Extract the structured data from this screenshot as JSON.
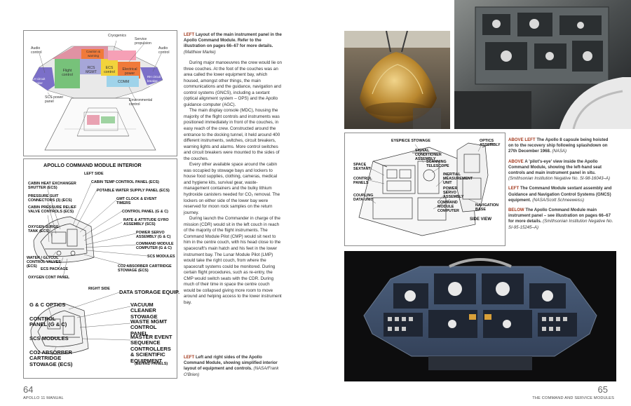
{
  "left_page": {
    "panel_diagram": {
      "labels": {
        "cryogenics": "Cryogenics",
        "service_propulsion": "Service propulsion",
        "audio_control_left": "Audio control",
        "audio_control_right": "Audio control",
        "caution_warning": "Caution & warning",
        "rcs_mgmt": "RCS MGMT",
        "flight_control": "Flight control",
        "ecs_control": "ECS control",
        "electrical_power": "Electrical power",
        "lh_circuit_breaker": "LH circuit breaker panel",
        "rh_circuit_breaker": "RH circuit breaker panel",
        "comm": "COMM",
        "scs_power_panel": "SCS power panel",
        "environmental_control": "Environmental control"
      }
    },
    "interior_diagram": {
      "title": "APOLLO COMMAND MODULE INTERIOR",
      "left_side_heading": "LEFT SIDE",
      "left_labels": [
        "CABIN HEAT EXCHANGER SHUTTER (ECS)",
        "CABIN TEMP CONTROL PANEL (ECS)",
        "POTABLE WATER SUPPLY PANEL (ECS)",
        "PRESSURE SUIT CONNECTORS (3) (ECS)",
        "GMT CLOCK & EVENT TIMERS",
        "CABIN PRESSURE RELIEF VALVE CONTROLS (ECS)",
        "CONTROL PANEL (G & C)",
        "OXYGEN SURGE TANK (ECS)",
        "RATE & ATTITUDE GYRO ASSEMBLY (SCS)",
        "POWER SERVO ASSEMBLY (G & C)",
        "COMMAND MODULE COMPUTER (G & C)",
        "WATER / GLYCOL CONTROL VALVES (ECS)",
        "SCS MODULES",
        "ECS PACKAGE",
        "CO2 ABSORBER CARTRIDGE STOWAGE (ECS)",
        "OXYGEN CONT PANEL"
      ],
      "right_side_heading": "RIGHT SIDE",
      "right_labels": [
        "DATA STORAGE EQUIP.",
        "G & C OPTICS",
        "VACUUM CLEANER STOWAGE",
        "CONTROL PANEL (G & C)",
        "WASTE MGMT CONTROL PANEL",
        "SCS MODULES",
        "MASTER EVENT SEQUENCE CONTROLLERS & SCIENTIFIC EQUIPMENT",
        "(BEHIND PANELS)",
        "CO2 ABSORBER CARTRIDGE STOWAGE (ECS)"
      ]
    },
    "caption_top": {
      "tag": "LEFT",
      "text": "Layout of the main instrument panel in the Apollo Command Module. Refer to the illustration on pages 66–67 for more details.",
      "credit": "(Matthew Marke)"
    },
    "body_paragraphs": [
      "During major manoeuvres the crew would lie on three couches. At the foot of the couches was an area called the lower equipment bay, which housed, amongst other things, the main communications and the guidance, navigation and control systems (GNCS), including a sextant (optical alignment system – OPS) and the Apollo guidance computer (AGC).",
      "The main display console (MDC), housing the majority of the flight controls and instruments was positioned immediately in front of the couches, in easy reach of the crew. Constructed around the entrance to the docking tunnel, it held around 400 different instruments, switches, circuit breakers, warning lights and alarms. More control switches and circuit breakers were mounted to the sides of the couches.",
      "Every other available space around the cabin was occupied by stowage bays and lockers to house food supplies, clothing, cameras, medical and hygiene kits, survival gear, waste-management containers and the bulky lithium hydroxide canisters needed for CO₂ removal. The lockers on either side of the lower bay were reserved for moon rock samples on the return journey.",
      "During launch the Commander in charge of the mission (CDR) would sit in the left couch in reach of the majority of the flight instruments. The Command Module Pilot (CMP) would sit next to him in the centre couch, with his head close to the spacecraft's main hatch and his feet in the lower instrument bay. The Lunar Module Pilot (LMP) would take the right couch, from where the spacecraft systems could be monitored. During certain flight procedures, such as re-entry, the CMP would switch seats with the CDR. During much of their time in space the centre couch would be collapsed giving more room to move around and helping access to the lower instrument bay."
    ],
    "caption_bottom": {
      "tag": "LEFT",
      "text": "Left and right sides of the Apollo Command Module, showing simplified interior layout of equipment and controls.",
      "credit": "(NASA/Frank O'Brien)"
    },
    "page_number": "64",
    "footer": "APOLLO 11 MANUAL"
  },
  "right_page": {
    "sextant_diagram": {
      "labels": {
        "eyepiece_stowage": "EYEPIECE STOWAGE",
        "signal_conditioner": "SIGNAL CONDITIONER ASSEMBLY",
        "optics_assembly": "OPTICS ASSEMBLY",
        "space_sextant": "SPACE SEXTANT",
        "scanning_telescope": "SCANNING TELESCOPE",
        "control_panels": "CONTROL PANELS",
        "inertial_measurement": "INERTIAL MEASUREMENT UNIT",
        "power_servo": "POWER SERVO ASSEMBLY",
        "coupling_data_unit": "COUPLING DATA UNIT",
        "command_module_computer": "COMMAND MODULE COMPUTER",
        "navigation_base": "NAVIGATION BASE",
        "side_view": "SIDE VIEW"
      }
    },
    "captions": [
      {
        "tag": "ABOVE LEFT",
        "text": "The Apollo 8 capsule being hoisted on to the recovery ship following splashdown on 27th December 1968.",
        "credit": "(NASA)"
      },
      {
        "tag": "ABOVE",
        "text": "A 'pilot's-eye' view inside the Apollo Command Module, showing the left-hand seat controls and main instrument panel in situ.",
        "credit": "(Smithsonian Institution Negative No. SI-98-16043–A)"
      },
      {
        "tag": "LEFT",
        "text": "The Command Module sextant assembly and Guidance and Navigation Control Systems (GNCS) equipment.",
        "credit": "(NASA/Scott Schneeweiss)"
      },
      {
        "tag": "BELOW",
        "text": "The Apollo Command Module main instrument panel – see illustration on pages 66–67 for more details.",
        "credit": "(Smithsonian Institution Negative No. SI-95-15245–A)"
      }
    ],
    "page_number": "65",
    "footer": "THE COMMAND AND SERVICE MODULES"
  }
}
